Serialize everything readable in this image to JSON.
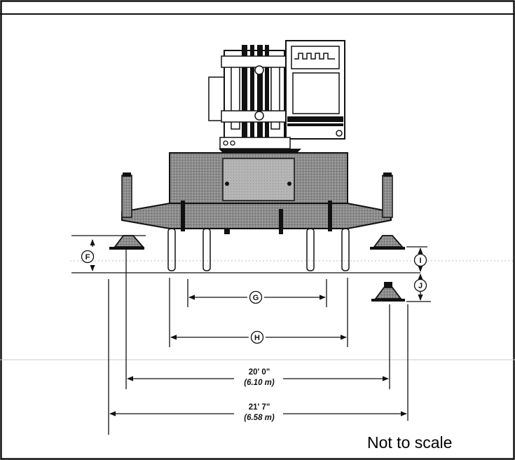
{
  "dimension_markers": [
    "F",
    "G",
    "H",
    "I",
    "J"
  ],
  "dimensions": {
    "inner_span": {
      "imperial": "20' 0\"",
      "metric": "(6.10 m)"
    },
    "outer_span": {
      "imperial": "21' 7\"",
      "metric": "(6.58 m)"
    }
  },
  "note": "Not to scale",
  "colors": {
    "line": "#111111",
    "shade_dark": "#6e6e6e",
    "shade_mid": "#9a9a9a",
    "shade_light": "#c4c4c4"
  }
}
